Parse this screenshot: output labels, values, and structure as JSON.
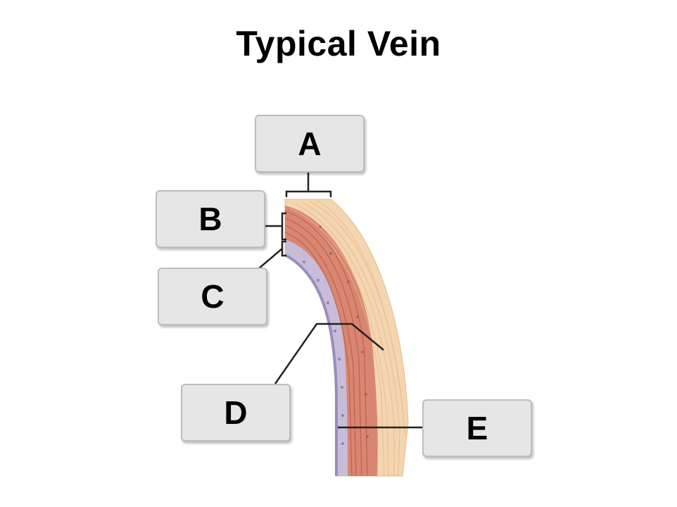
{
  "title": "Typical Vein",
  "labels": {
    "a": "A",
    "b": "B",
    "c": "C",
    "d": "D",
    "e": "E"
  },
  "colors": {
    "tunica_externa": "#f3d6b0",
    "tunica_media": "#d98670",
    "tunica_intima": "#c9bcd9",
    "endothelium": "#9b8cbf",
    "label_box": "#e6e6e6",
    "leader_line": "#222222"
  }
}
